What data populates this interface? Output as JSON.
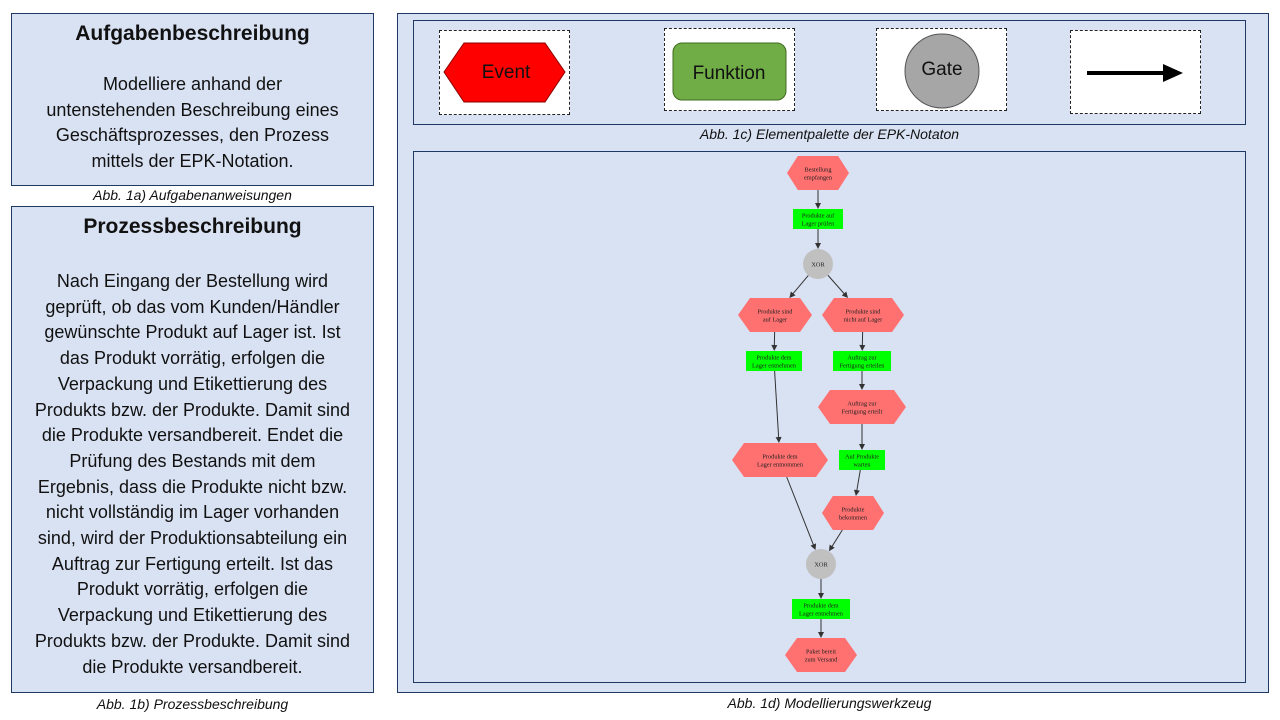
{
  "task": {
    "title": "Aufgabenbeschreibung",
    "text": "Modelliere anhand der\nuntenstehenden Beschreibung eines\nGeschäftsprozesses, den Prozess\nmittels der EPK-Notation.",
    "caption": "Abb. 1a) Aufgabenanweisungen"
  },
  "process": {
    "title": "Prozessbeschreibung",
    "text": "Nach Eingang der Bestellung wird\ngeprüft, ob das vom Kunden/Händler\ngewünschte Produkt auf Lager ist. Ist\ndas Produkt vorrätig, erfolgen die\nVerpackung und Etikettierung des\nProdukts bzw. der Produkte. Damit sind\ndie Produkte versandbereit. Endet die\nPrüfung des Bestands mit dem\nErgebnis, dass die Produkte nicht bzw.\nnicht vollständig im Lager vorhanden\nsind, wird der Produktionsabteilung ein\nAuftrag zur Fertigung erteilt. Ist das\nProdukt vorrätig, erfolgen die\nVerpackung und Etikettierung des\nProdukts bzw. der Produkte. Damit sind\ndie Produkte versandbereit.",
    "caption": "Abb. 1b) Prozessbeschreibung"
  },
  "palette": {
    "event_label": "Event",
    "function_label": "Funktion",
    "gate_label": "Gate",
    "caption": "Abb. 1c) Elementpalette der EPK-Notaton"
  },
  "modeler": {
    "caption": "Abb. 1d) Modellierungswerkzeug",
    "nodes": [
      {
        "id": "n1",
        "type": "event",
        "lines": [
          "Bestellung",
          "empfangen"
        ]
      },
      {
        "id": "n2",
        "type": "function",
        "lines": [
          "Produkte auf",
          "Lager prüfen"
        ]
      },
      {
        "id": "n3",
        "type": "gate",
        "lines": [
          "XOR"
        ]
      },
      {
        "id": "n4",
        "type": "event",
        "lines": [
          "Produkte sind",
          "auf Lager"
        ]
      },
      {
        "id": "n5",
        "type": "event",
        "lines": [
          "Produkte sind",
          "nicht auf Lager"
        ]
      },
      {
        "id": "n6",
        "type": "function",
        "lines": [
          "Produkte dem",
          "Lager entnehmen"
        ]
      },
      {
        "id": "n7",
        "type": "function",
        "lines": [
          "Auftrag zur",
          "Fertigung erteilen"
        ]
      },
      {
        "id": "n8",
        "type": "event",
        "lines": [
          "Auftrag zur",
          "Fertigung erteilt"
        ]
      },
      {
        "id": "n9",
        "type": "event",
        "lines": [
          "Produkte dem",
          "Lager entnommen"
        ]
      },
      {
        "id": "n10",
        "type": "function",
        "lines": [
          "Auf Produkte",
          "warten"
        ]
      },
      {
        "id": "n11",
        "type": "event",
        "lines": [
          "Produkte",
          "bekommen"
        ]
      },
      {
        "id": "n12",
        "type": "gate",
        "lines": [
          "XOR"
        ]
      },
      {
        "id": "n13",
        "type": "function",
        "lines": [
          "Produkte dem",
          "Lager entnehmen"
        ]
      },
      {
        "id": "n14",
        "type": "event",
        "lines": [
          "Paket bereit",
          "zum Versand"
        ]
      }
    ],
    "edges": [
      [
        "n1",
        "n2"
      ],
      [
        "n2",
        "n3"
      ],
      [
        "n3",
        "n4"
      ],
      [
        "n3",
        "n5"
      ],
      [
        "n4",
        "n6"
      ],
      [
        "n5",
        "n7"
      ],
      [
        "n6",
        "n9"
      ],
      [
        "n7",
        "n8"
      ],
      [
        "n8",
        "n10"
      ],
      [
        "n10",
        "n11"
      ],
      [
        "n9",
        "n12"
      ],
      [
        "n11",
        "n12"
      ],
      [
        "n12",
        "n13"
      ],
      [
        "n13",
        "n14"
      ]
    ]
  }
}
